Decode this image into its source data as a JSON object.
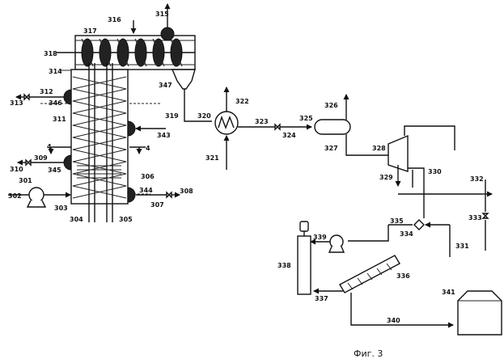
{
  "figure": {
    "caption": "Фиг. 3"
  },
  "labels": {
    "l301": "301",
    "l302": "302",
    "l303": "303",
    "l304": "304",
    "l305": "305",
    "l306": "306",
    "l307": "307",
    "l308": "308",
    "l309": "309",
    "l310": "310",
    "l311": "311",
    "l312": "312",
    "l313": "313",
    "l314": "314",
    "l315": "315",
    "l316": "316",
    "l317": "317",
    "l318": "318",
    "l319": "319",
    "l320": "320",
    "l321": "321",
    "l322": "322",
    "l323": "323",
    "l324": "324",
    "l325": "325",
    "l326": "326",
    "l327": "327",
    "l328": "328",
    "l329": "329",
    "l330": "330",
    "l331": "331",
    "l332": "332",
    "l333": "333",
    "l334": "334",
    "l335": "335",
    "l336": "336",
    "l337": "337",
    "l338": "338",
    "l339": "339",
    "l340": "340",
    "l341": "341",
    "l343": "343",
    "l344": "344",
    "l345": "345",
    "l346": "346",
    "l347": "347",
    "sec_a": "4",
    "sec_b": "4"
  }
}
